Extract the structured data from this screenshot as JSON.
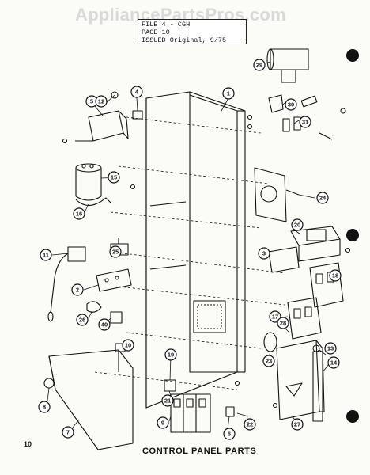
{
  "watermark": "AppliancePartsPros.com",
  "file_block": {
    "line1": "FILE    4 - CGH",
    "line2": "PAGE    10",
    "line3": "ISSUED  Original,  9/75"
  },
  "caption": "CONTROL PANEL PARTS",
  "page_number": "10",
  "callouts": [
    "1",
    "2",
    "3",
    "4",
    "5",
    "6",
    "7",
    "8",
    "9",
    "10",
    "11",
    "12",
    "13",
    "14",
    "15",
    "16",
    "17",
    "18",
    "19",
    "20",
    "21",
    "22",
    "23",
    "24",
    "25",
    "26",
    "27",
    "28",
    "29",
    "30",
    "31",
    "40"
  ],
  "colors": {
    "ink": "#111111",
    "paper": "#fbfbf8",
    "watermark": "#d9d9d9"
  }
}
